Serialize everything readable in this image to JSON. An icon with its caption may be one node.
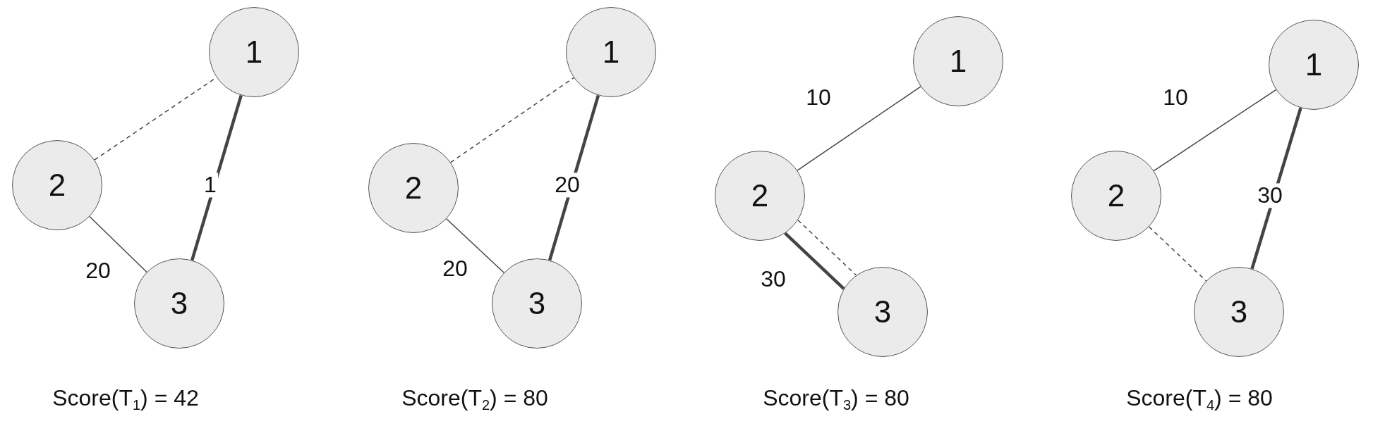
{
  "diagram": {
    "nodes": [
      {
        "text": [
          "1"
        ]
      },
      {
        "text": [
          "2"
        ]
      },
      {
        "text": [
          "3"
        ]
      },
      {
        "text": [
          "1"
        ]
      },
      {
        "text": [
          "2"
        ]
      },
      {
        "text": [
          "3"
        ]
      },
      {
        "text": [
          "1"
        ]
      },
      {
        "text": [
          "2"
        ]
      },
      {
        "text": [
          "3"
        ]
      },
      {
        "text": [
          "1"
        ]
      },
      {
        "text": [
          "2"
        ]
      },
      {
        "text": [
          "3"
        ]
      }
    ],
    "edges": [
      {
        "from": 1,
        "to": 0,
        "arrow": "none",
        "style": "dashed"
      },
      {
        "from": 1,
        "to": 2,
        "arrow": "none",
        "label": "20"
      },
      {
        "from": 2,
        "to": 0,
        "arrow": "none",
        "label": "1",
        "style": "thick"
      },
      {
        "from": 4,
        "to": 3,
        "arrow": "none",
        "style": "dashed"
      },
      {
        "from": 4,
        "to": 5,
        "arrow": "none",
        "label": "20"
      },
      {
        "from": 5,
        "to": 3,
        "arrow": "none",
        "label": "20",
        "style": "thick"
      },
      {
        "from": 7,
        "to": 6,
        "arrow": "none",
        "label": "10"
      },
      {
        "from": 7,
        "to": 8,
        "arrow": "none",
        "label": "30",
        "style": "thick"
      },
      {
        "from": 7,
        "to": 8,
        "arrow": "none",
        "style": "dashed"
      },
      {
        "from": 10,
        "to": 9,
        "arrow": "none",
        "label": "10"
      },
      {
        "from": 9,
        "to": 11,
        "arrow": "none",
        "label": "30",
        "style": "thick"
      },
      {
        "from": 10,
        "to": 11,
        "arrow": "none",
        "style": "dashed"
      }
    ],
    "labels": [
      "Score(T$_{1}$) = 42",
      "Score(T$_{2}$) = 80",
      "Score(T$_{3}$) = 80",
      "Score(T$_{4}$) = 80"
    ]
  }
}
